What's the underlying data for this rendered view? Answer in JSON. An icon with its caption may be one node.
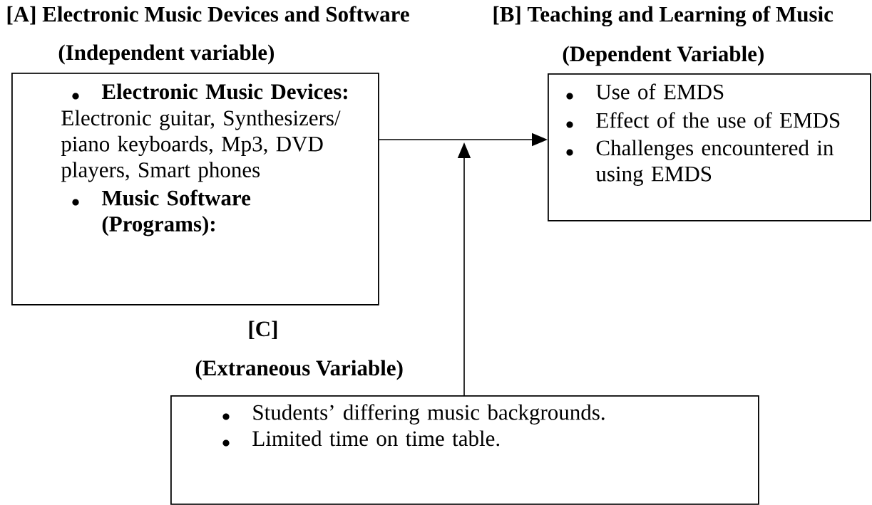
{
  "diagram": {
    "nodes": [
      {
        "text": [
          "[A] Electronic Music Devices and Software",
          "(Independent variable)",
          "Electronic Music Devices:",
          "Electronic guitar, Synthesizers/ piano keyboards, Mp3, DVD players, Smart phones",
          "Music Software (Programs):"
        ]
      },
      {
        "text": [
          "[B] Teaching and Learning of Music",
          "(Dependent Variable)",
          "Use of EMDS",
          "Effect of the use of EMDS",
          "Challenges encountered in using EMDS"
        ]
      },
      {
        "text": [
          "[C]",
          "(Extraneous Variable)",
          "Students’ differing music backgrounds.",
          "Limited time on time table."
        ]
      }
    ],
    "edges": [
      {
        "from": 0,
        "to": 1,
        "arrow": "to"
      },
      {
        "from": 2,
        "to": null,
        "arrow": "to"
      }
    ]
  }
}
